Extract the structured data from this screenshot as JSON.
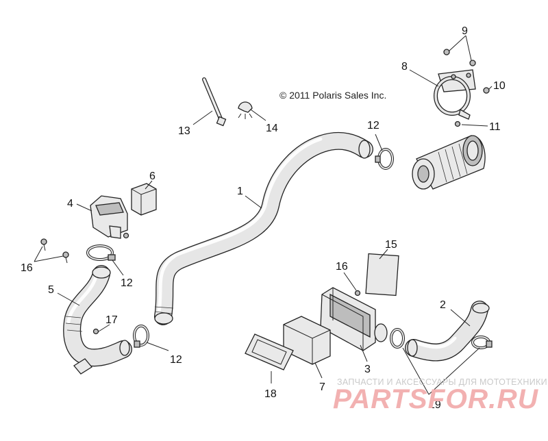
{
  "copyright": "© 2011 Polaris Sales Inc.",
  "watermark": {
    "subtitle": "ЗАПЧАСТИ И АКСЕССУАРЫ ДЛЯ МОТОТЕХНИКИ",
    "brand": "PARTSFOR.RU",
    "color": "#f2b1b1"
  },
  "callouts": {
    "c1": "1",
    "c2": "2",
    "c3": "3",
    "c4": "4",
    "c5": "5",
    "c6": "6",
    "c7": "7",
    "c8": "8",
    "c9": "9",
    "c10": "10",
    "c11": "11",
    "c12a": "12",
    "c12b": "12",
    "c12c": "12",
    "c13": "13",
    "c14": "14",
    "c15": "15",
    "c16a": "16",
    "c16b": "16",
    "c17": "17",
    "c18": "18",
    "c19": "19"
  }
}
